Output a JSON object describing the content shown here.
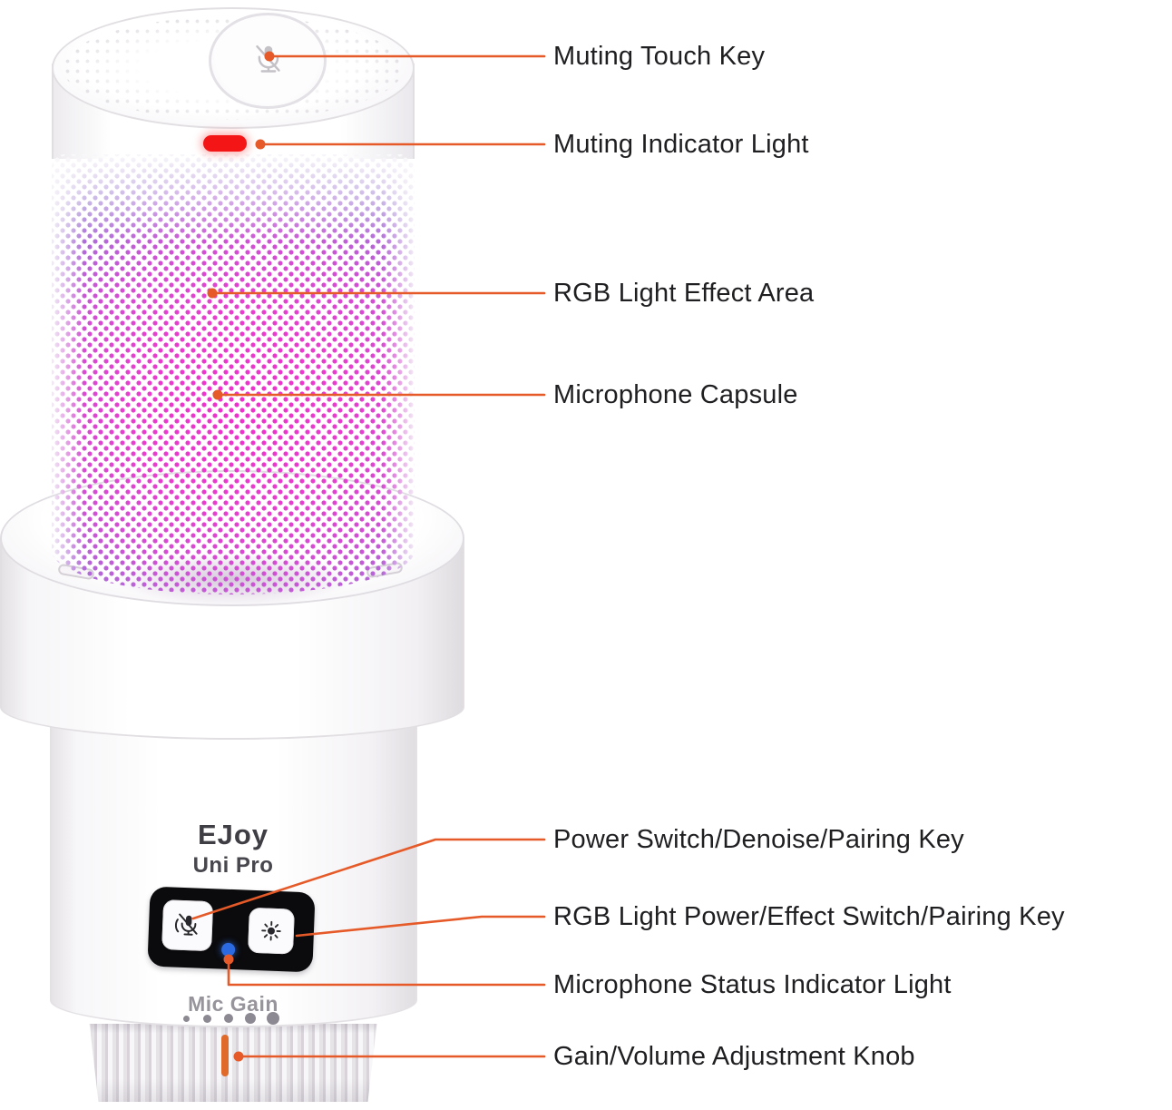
{
  "device": {
    "brand": "EJoy",
    "model": "Uni Pro",
    "gain_label": "Mic Gain"
  },
  "colors": {
    "callout_accent": "#e55a28",
    "mute_light_red": "#f41616",
    "status_led_blue": "#2b6ae0",
    "rgb_glow_magenta": "#ee30cc",
    "knob_indicator_orange": "#e06a2a",
    "panel_black": "#0b0b0d",
    "label_text": "#1f1f22"
  },
  "icons": {
    "muting_touch_key": "mic-mute-icon",
    "power_denoise_button": "mic-mute-wave-icon",
    "rgb_light_button": "sun-icon",
    "status_led": "blue-led-dot"
  },
  "callouts": [
    {
      "id": "muting-touch-key",
      "label": "Muting Touch Key"
    },
    {
      "id": "muting-indicator-light",
      "label": "Muting Indicator Light"
    },
    {
      "id": "rgb-light-effect-area",
      "label": "RGB Light Effect Area"
    },
    {
      "id": "microphone-capsule",
      "label": "Microphone Capsule"
    },
    {
      "id": "power-switch-denoise-pairing-key",
      "label": "Power Switch/Denoise/Pairing Key"
    },
    {
      "id": "rgb-light-power-effect-switch-pairing-key",
      "label": "RGB Light Power/Effect Switch/Pairing Key"
    },
    {
      "id": "microphone-status-indicator-light",
      "label": "Microphone Status Indicator Light"
    },
    {
      "id": "gain-volume-adjustment-knob",
      "label": "Gain/Volume Adjustment Knob"
    }
  ]
}
